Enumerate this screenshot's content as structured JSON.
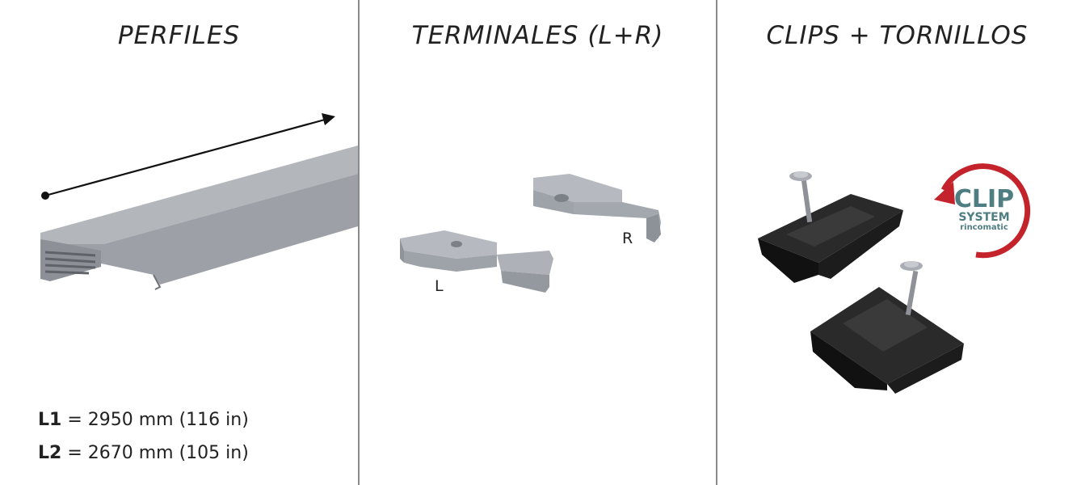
{
  "panels": [
    {
      "title": "PERFILES"
    },
    {
      "title": "TERMINALES (L+R)"
    },
    {
      "title": "CLIPS + TORNILLOS"
    }
  ],
  "specs": [
    {
      "key": "L1",
      "value": "= 2950 mm (116 in)"
    },
    {
      "key": "L2",
      "value": "= 2670 mm (105 in)"
    }
  ],
  "terminal_labels": {
    "left": "L",
    "right": "R"
  },
  "clip_logo": {
    "line1": "CLIP",
    "line2": "SYSTEM",
    "line3": "rincomatic"
  },
  "colors": {
    "profile": "#a7abb1",
    "divider": "#8a8a8a",
    "clip_black": "#1c1c1c",
    "logo_red": "#c4232b",
    "logo_teal": "#4e7d82"
  }
}
